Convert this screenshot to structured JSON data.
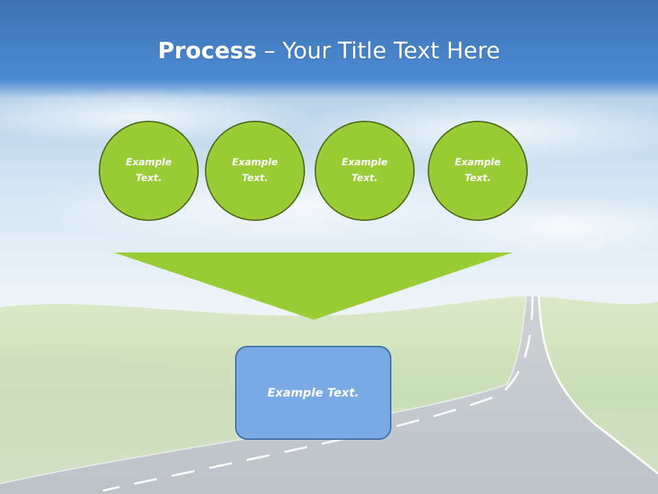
{
  "slide": {
    "title_bold": "Process",
    "title_rest": " – Your Title Text Here"
  },
  "steps": [
    {
      "line1": "Example",
      "line2": "Text."
    },
    {
      "line1": "Example",
      "line2": "Text."
    },
    {
      "line1": "Example",
      "line2": "Text."
    },
    {
      "line1": "Example",
      "line2": "Text."
    }
  ],
  "result": {
    "label": "Example Text."
  },
  "colors": {
    "circle_fill": "#9acd35",
    "circle_border": "#4f6b1c",
    "funnel": "#9acd35",
    "box_fill": "#79aae3",
    "box_border": "#3e6aa7"
  }
}
